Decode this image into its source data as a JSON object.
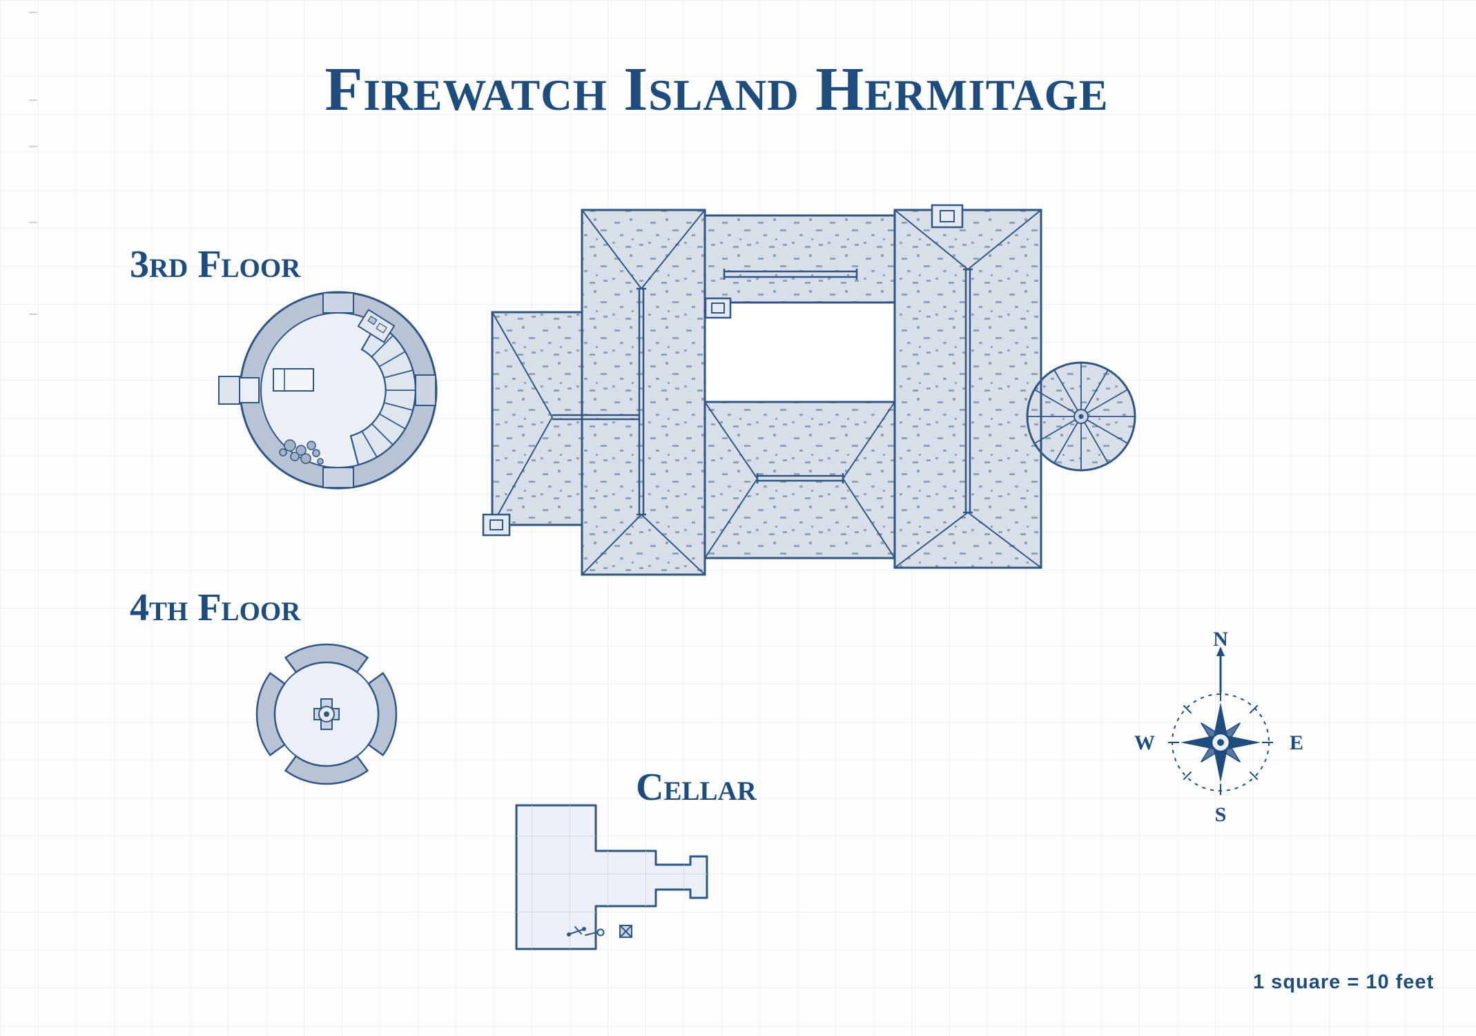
{
  "title": "Firewatch Island Hermitage",
  "floor_labels": {
    "third_floor": "3rd Floor",
    "fourth_floor": "4th Floor",
    "cellar": "Cellar"
  },
  "compass": {
    "north": "N",
    "east": "E",
    "south": "S",
    "west": "W"
  },
  "scale_note": "1 square = 10 feet",
  "colors": {
    "ink": "#1e4c7c",
    "linework": "#2f5583",
    "roof_fill": "#d8dfe9",
    "stone_wall_fill": "#b9c3d6",
    "floor_fill": "#ebeff6",
    "grid_line": "#e2e9f2",
    "background": "#fdfdfe"
  }
}
